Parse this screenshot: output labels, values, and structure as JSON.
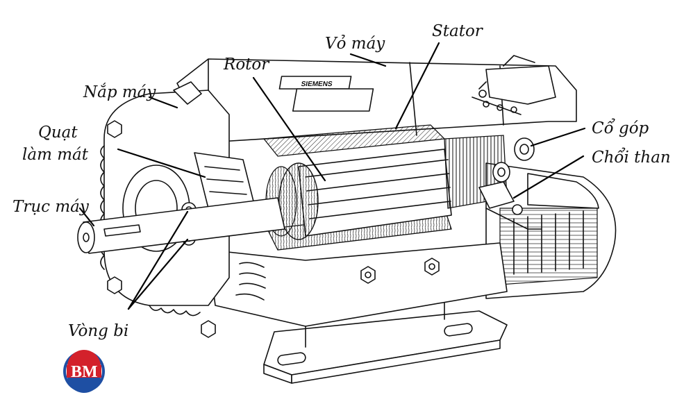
{
  "labels": {
    "nap_may": "Nắp máy",
    "vo_may": "Vỏ máy",
    "stator": "Stator",
    "rotor": "Rotor",
    "quat_line1": "Quạt",
    "quat_line2": "làm mát",
    "truc_may": "Trục máy",
    "co_gop": "Cổ góp",
    "choi_than": "Chổi than",
    "vong_bi": "Vòng bi"
  },
  "nameplate": "SIEMENS",
  "logo": {
    "text": "BM",
    "colors": {
      "red": "#d3212b",
      "blue": "#1e4fa3"
    }
  }
}
